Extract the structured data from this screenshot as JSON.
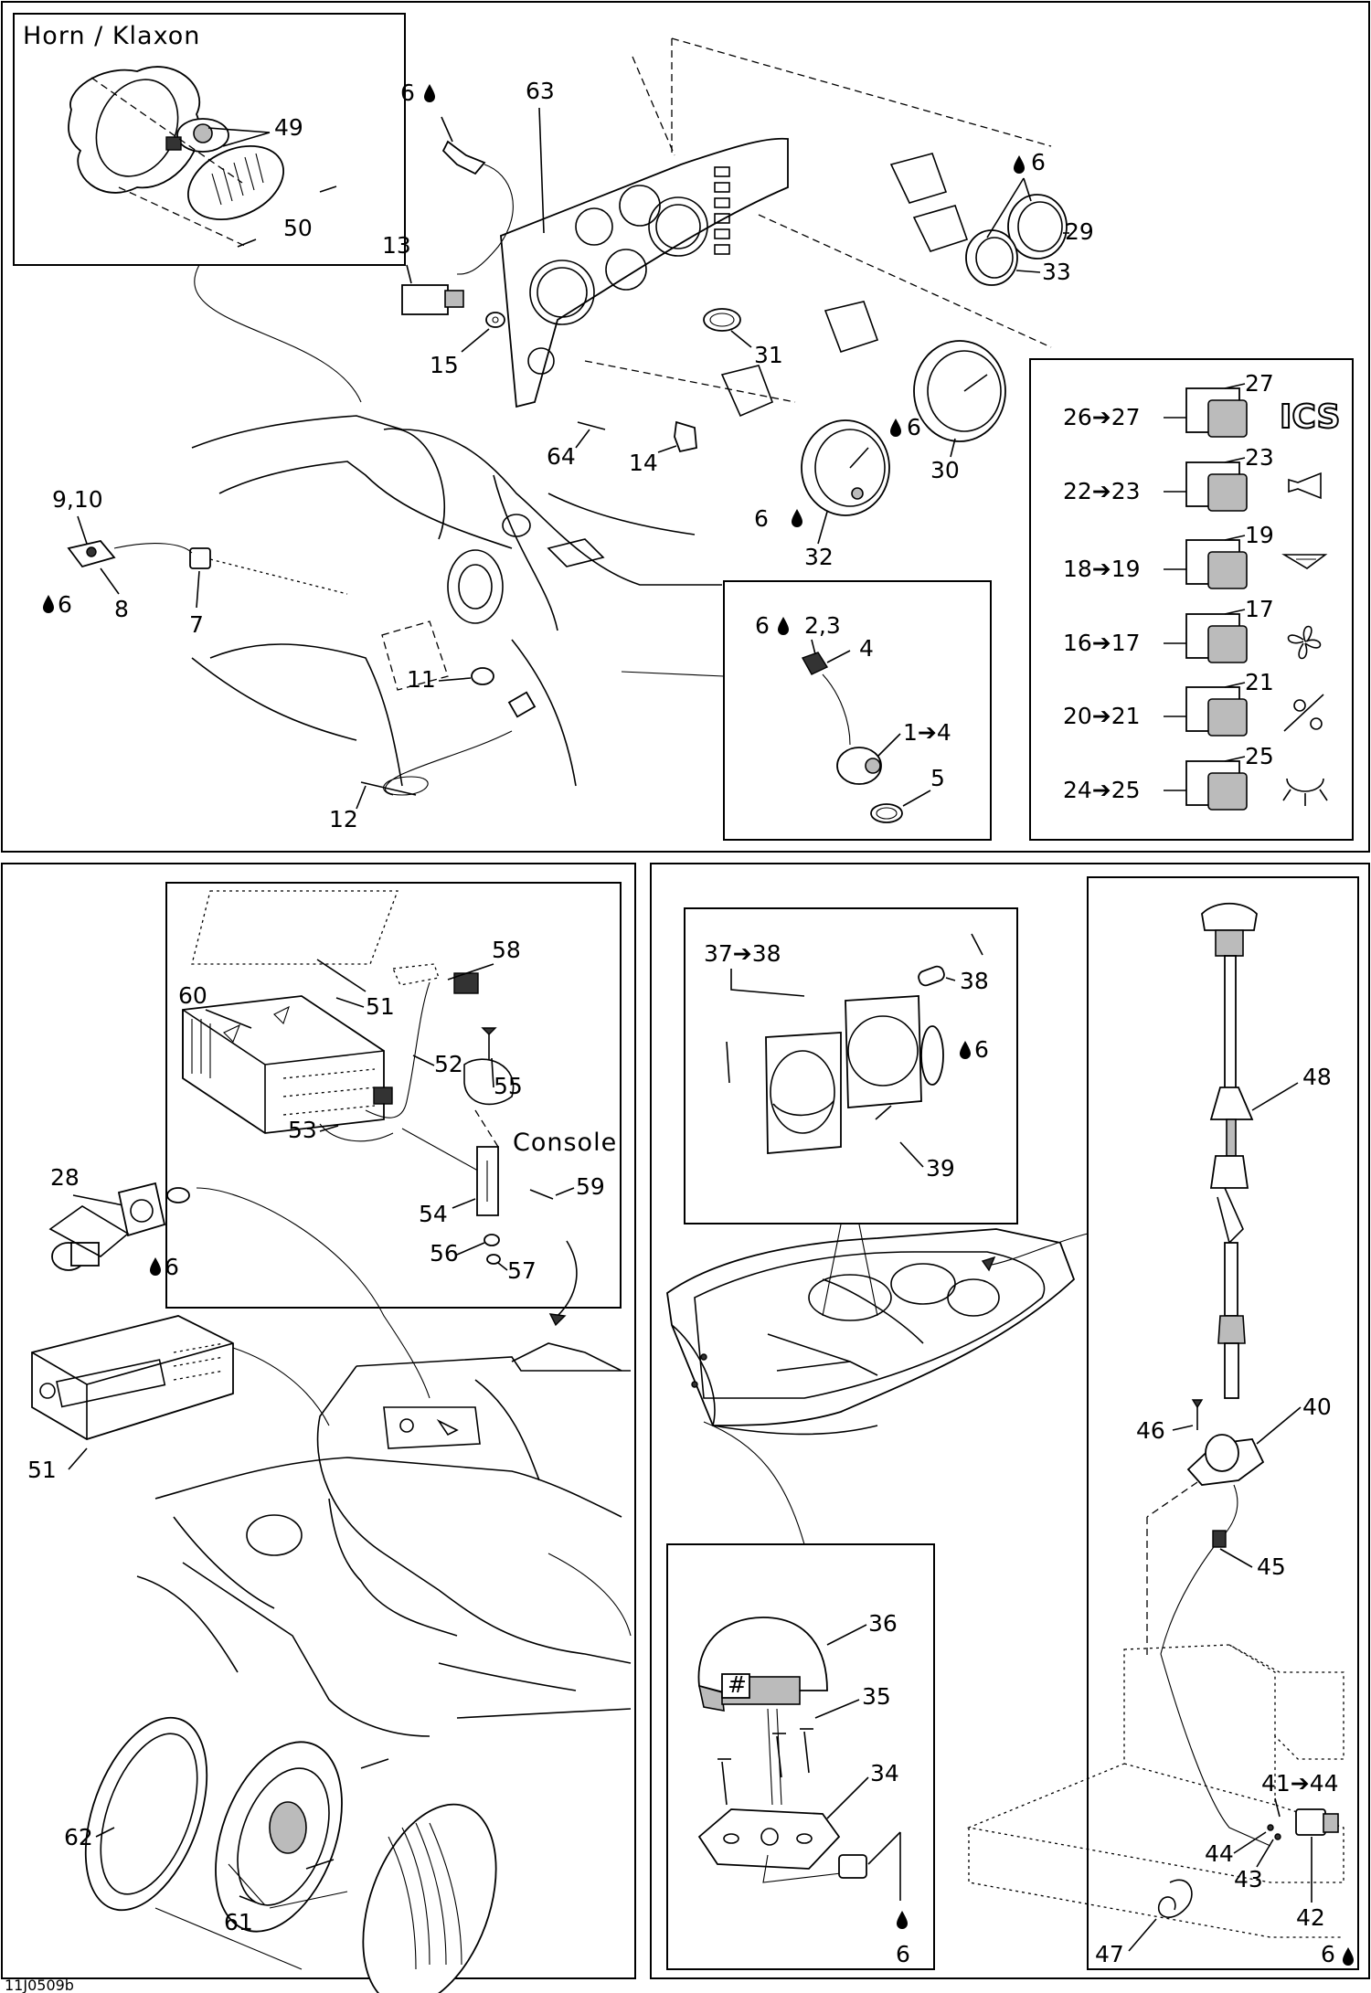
{
  "figure_code": "11J0509b",
  "horn_panel": {
    "title": "Horn  / Klaxon",
    "labels": [
      "49",
      "50"
    ]
  },
  "console_section": {
    "labels": [
      "63",
      "13",
      "15",
      "64",
      "14",
      "31",
      "32",
      "30",
      "29",
      "33",
      "9,10",
      "8",
      "7",
      "11",
      "12"
    ],
    "drop_labels": [
      "6",
      "6",
      "6",
      "6",
      "6"
    ]
  },
  "sender_inset": {
    "labels": [
      "6",
      "2,3",
      "4",
      "1➔4",
      "5"
    ]
  },
  "switch_legend": {
    "rows": [
      {
        "range": "26➔27",
        "callout": "27",
        "symbol": "ICS"
      },
      {
        "range": "22➔23",
        "callout": "23",
        "symbol": "horn-symbol"
      },
      {
        "range": "18➔19",
        "callout": "19",
        "symbol": "bilge-symbol"
      },
      {
        "range": "16➔17",
        "callout": "17",
        "symbol": "blower-symbol"
      },
      {
        "range": "20➔21",
        "callout": "21",
        "symbol": "navigation-light-symbol"
      },
      {
        "range": "24➔25",
        "callout": "25",
        "symbol": "courtesy-light-symbol"
      }
    ]
  },
  "audio_panel": {
    "labels": [
      "58",
      "51",
      "60",
      "52",
      "55",
      "59",
      "53",
      "54",
      "56",
      "57",
      "28",
      "51",
      "62",
      "61"
    ],
    "console_text": "Console",
    "drop_label": "6"
  },
  "boat_panel": {
    "labels": [
      "37➔38",
      "38",
      "6",
      "39",
      "48",
      "40",
      "46",
      "45",
      "36",
      "35",
      "34",
      "6",
      "41➔44",
      "44",
      "43",
      "42",
      "47",
      "6"
    ]
  }
}
